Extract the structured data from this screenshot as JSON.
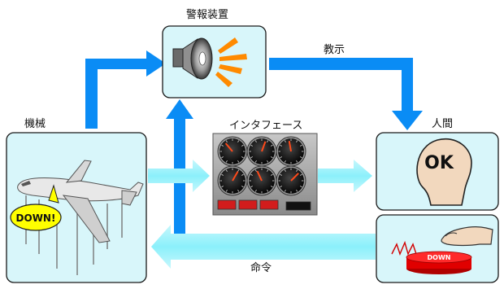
{
  "labels": {
    "alarm": "警報装置",
    "instruction": "教示",
    "machine": "機械",
    "interface": "インタフェース",
    "human": "人間",
    "command": "命令"
  },
  "machine": {
    "badge": "DOWN!"
  },
  "human": {
    "head_text": "OK"
  },
  "button": {
    "label": "DOWN"
  },
  "colors": {
    "box_fill": "#d8f6fa",
    "box_stroke": "#1a1a1a",
    "arrow_blue": "#0a8cf5",
    "arrow_cyan": "#8af0fa",
    "arrow_light": "#b9f5fb",
    "speaker_rays": "#ff8a00",
    "badge": "#ffff00",
    "button_red": "#e00000"
  },
  "icons": [
    "speaker-icon",
    "airplane-icon",
    "gauge-panel-icon",
    "head-icon",
    "finger-icon"
  ]
}
